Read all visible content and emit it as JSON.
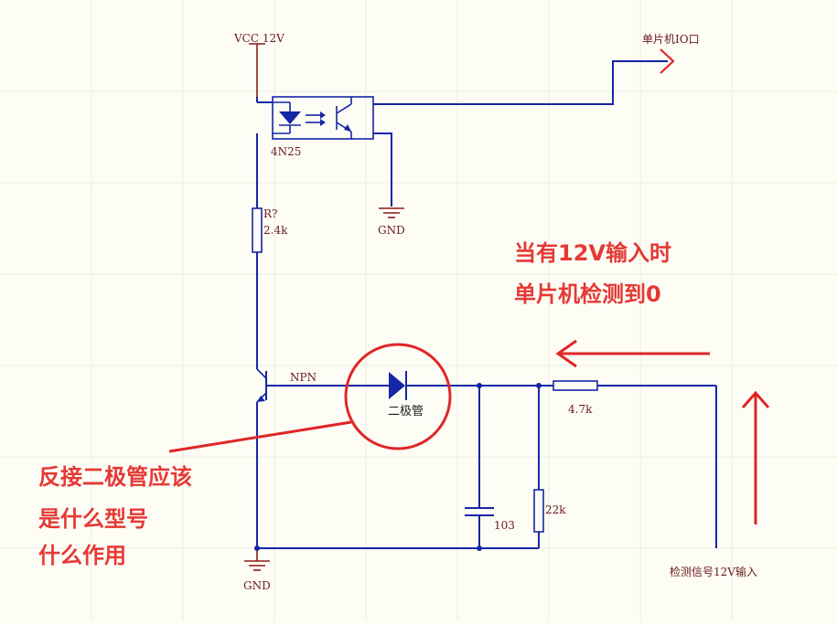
{
  "labels": {
    "vcc": "VCC 12V",
    "mcu_io": "单片机IO口",
    "opto": "4N25",
    "gnd_top": "GND",
    "gnd_bottom": "GND",
    "resistor_ref": "R?",
    "resistor_value": "2.4k",
    "transistor": "NPN",
    "diode": "二极管",
    "resistor_series": "4.7k",
    "capacitor": "103",
    "resistor_pulldown": "22k",
    "detect_input": "检测信号12V输入"
  },
  "annotations": {
    "top_line1": "当有12V输入时",
    "top_line2": "单片机检测到0",
    "left_line1": "反接二极管应该",
    "left_line2": "是什么型号",
    "left_line3": "什么作用"
  },
  "colors": {
    "background": "#fdfdf6",
    "wire": "#1626a6",
    "label": "#6a1a1a",
    "annotation": "#e53935"
  }
}
